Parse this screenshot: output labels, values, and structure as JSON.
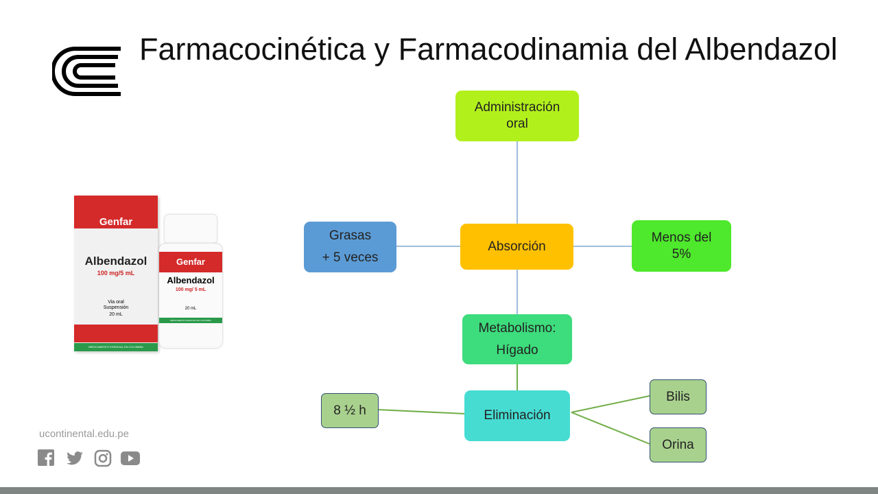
{
  "title": "Farmacocinética y Farmacodinamia del Albendazol",
  "diagram": {
    "administracion": "Administración oral",
    "absorcion": "Absorción",
    "grasas_1": "Grasas",
    "grasas_2": "+ 5 veces",
    "menos": "Menos del 5%",
    "metabolismo_1": "Metabolismo:",
    "metabolismo_2": "Hígado",
    "eliminacion": "Eliminación",
    "half_life": "8 ½ h",
    "bilis": "Bilis",
    "orina": "Orina"
  },
  "product": {
    "brand": "Genfar",
    "name": "Albendazol",
    "dose_box": "100 mg/5 mL",
    "dose_bottle": "100 mg/ 5 mL",
    "route": "Via oral",
    "form": "Suspensión",
    "volume": "20 mL",
    "banner": "MEDICAMENTO ESENCIAL EN COLOMBIA"
  },
  "footer": {
    "url": "ucontinental.edu.pe",
    "social": [
      "facebook-icon",
      "twitter-icon",
      "instagram-icon",
      "youtube-icon"
    ]
  },
  "colors": {
    "admin": "#b2f01c",
    "absorcion": "#ffc000",
    "grasas": "#5b9bd5",
    "menos": "#4ee82c",
    "metabolismo": "#3ddc7c",
    "eliminacion": "#46dcd2",
    "leaf": "#a9d18e"
  }
}
